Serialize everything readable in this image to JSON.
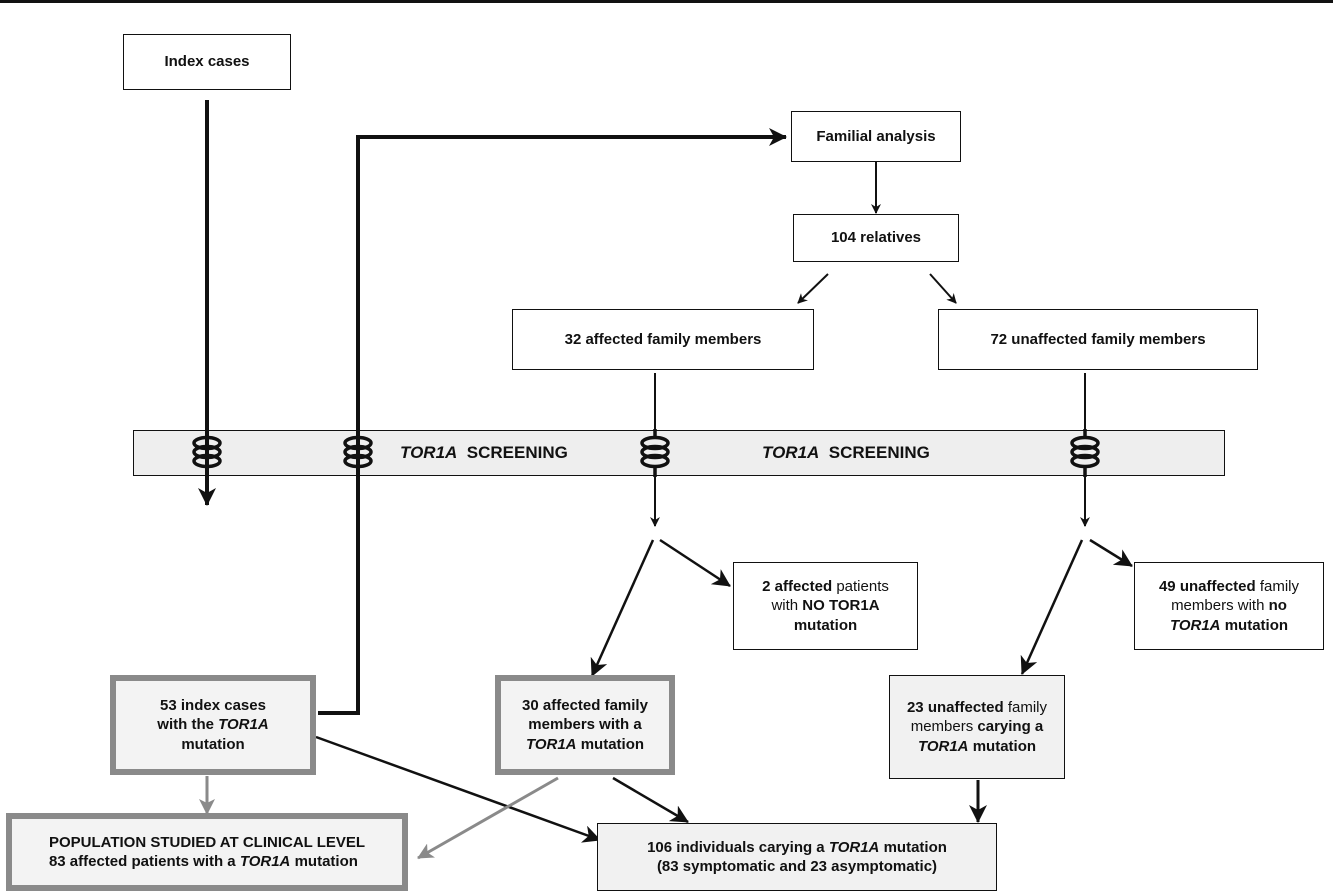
{
  "nodes": {
    "index_cases": "Index cases",
    "familial_analysis": "Familial analysis",
    "relatives": "104 relatives",
    "affected": "32 affected family members",
    "unaffected": "72 unaffected family members"
  },
  "screening": {
    "gene": "TOR1A",
    "word": "SCREENING"
  },
  "no_mut_affected": {
    "l1_bold": "2 affected",
    "l1_rest": " patients",
    "l2_a": "with ",
    "l2_b": "NO TOR1A",
    "l3": "mutation"
  },
  "no_mut_unaffected": {
    "l1_bold": "49 unaffected",
    "l1_rest": " family",
    "l2_a": "members with ",
    "l2_b": "no",
    "l3_gene": "TOR1A",
    "l3_rest": " mutation"
  },
  "index_mut": {
    "l1": "53 index cases",
    "l2_a": "with the ",
    "l2_gene": "TOR1A",
    "l3": "mutation"
  },
  "affected_mut": {
    "l1": "30 affected family",
    "l2": "members with a",
    "l3_gene": "TOR1A",
    "l3_rest": " mutation"
  },
  "unaffected_mut": {
    "l1_bold": "23 unaffected",
    "l1_rest": " family",
    "l2_a": "members ",
    "l2_b": "carying a",
    "l3_gene": "TOR1A",
    "l3_rest": " mutation"
  },
  "population": {
    "l1": "POPULATION STUDIED AT CLINICAL LEVEL",
    "l2_a": "83 affected patients with a ",
    "l2_gene": "TOR1A",
    "l2_rest": " mutation"
  },
  "carriers": {
    "l1_a": "106 individuals carying a ",
    "l1_gene": "TOR1A",
    "l1_rest": " mutation",
    "l2": "(83 symptomatic and 23 asymptomatic)"
  },
  "colors": {
    "line": "#111111",
    "gray_line": "#8a8a8a",
    "band_fill": "#eeeeee",
    "box_fill": "#f1f1f1"
  }
}
